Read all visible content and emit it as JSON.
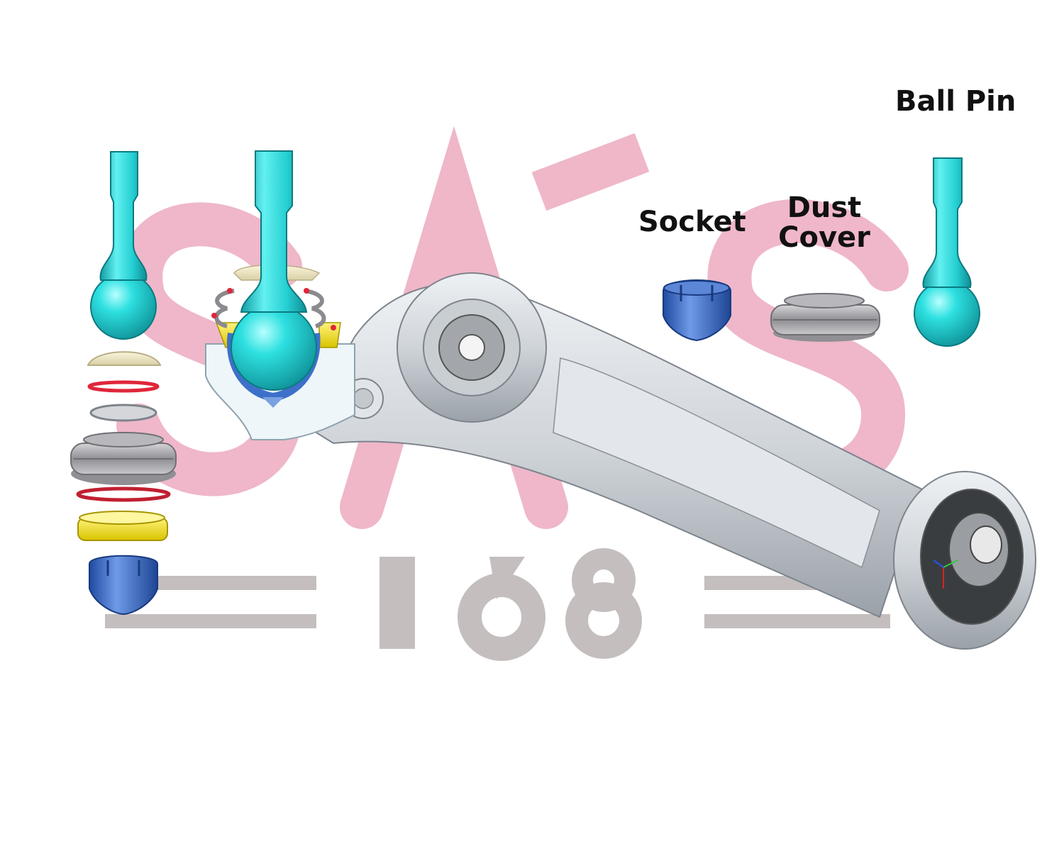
{
  "labels": {
    "ball_pin": "Ball Pin",
    "socket": "Socket",
    "dust_cover_line1": "Dust",
    "dust_cover_line2": "Cover"
  },
  "watermark": {
    "letters": "SÁS",
    "number": "168"
  },
  "colors": {
    "pin": "#2ed3d3",
    "socket": "#3d70c9",
    "dust_cover": "#a8a8ac",
    "retainer": "#f0e9c6",
    "seal_ring": "#e0263a",
    "housing_insert": "#f2e21a",
    "arm": "#d4d8dc",
    "watermark_pink": "#eeb1c4",
    "watermark_gray": "#c0b9b9"
  }
}
